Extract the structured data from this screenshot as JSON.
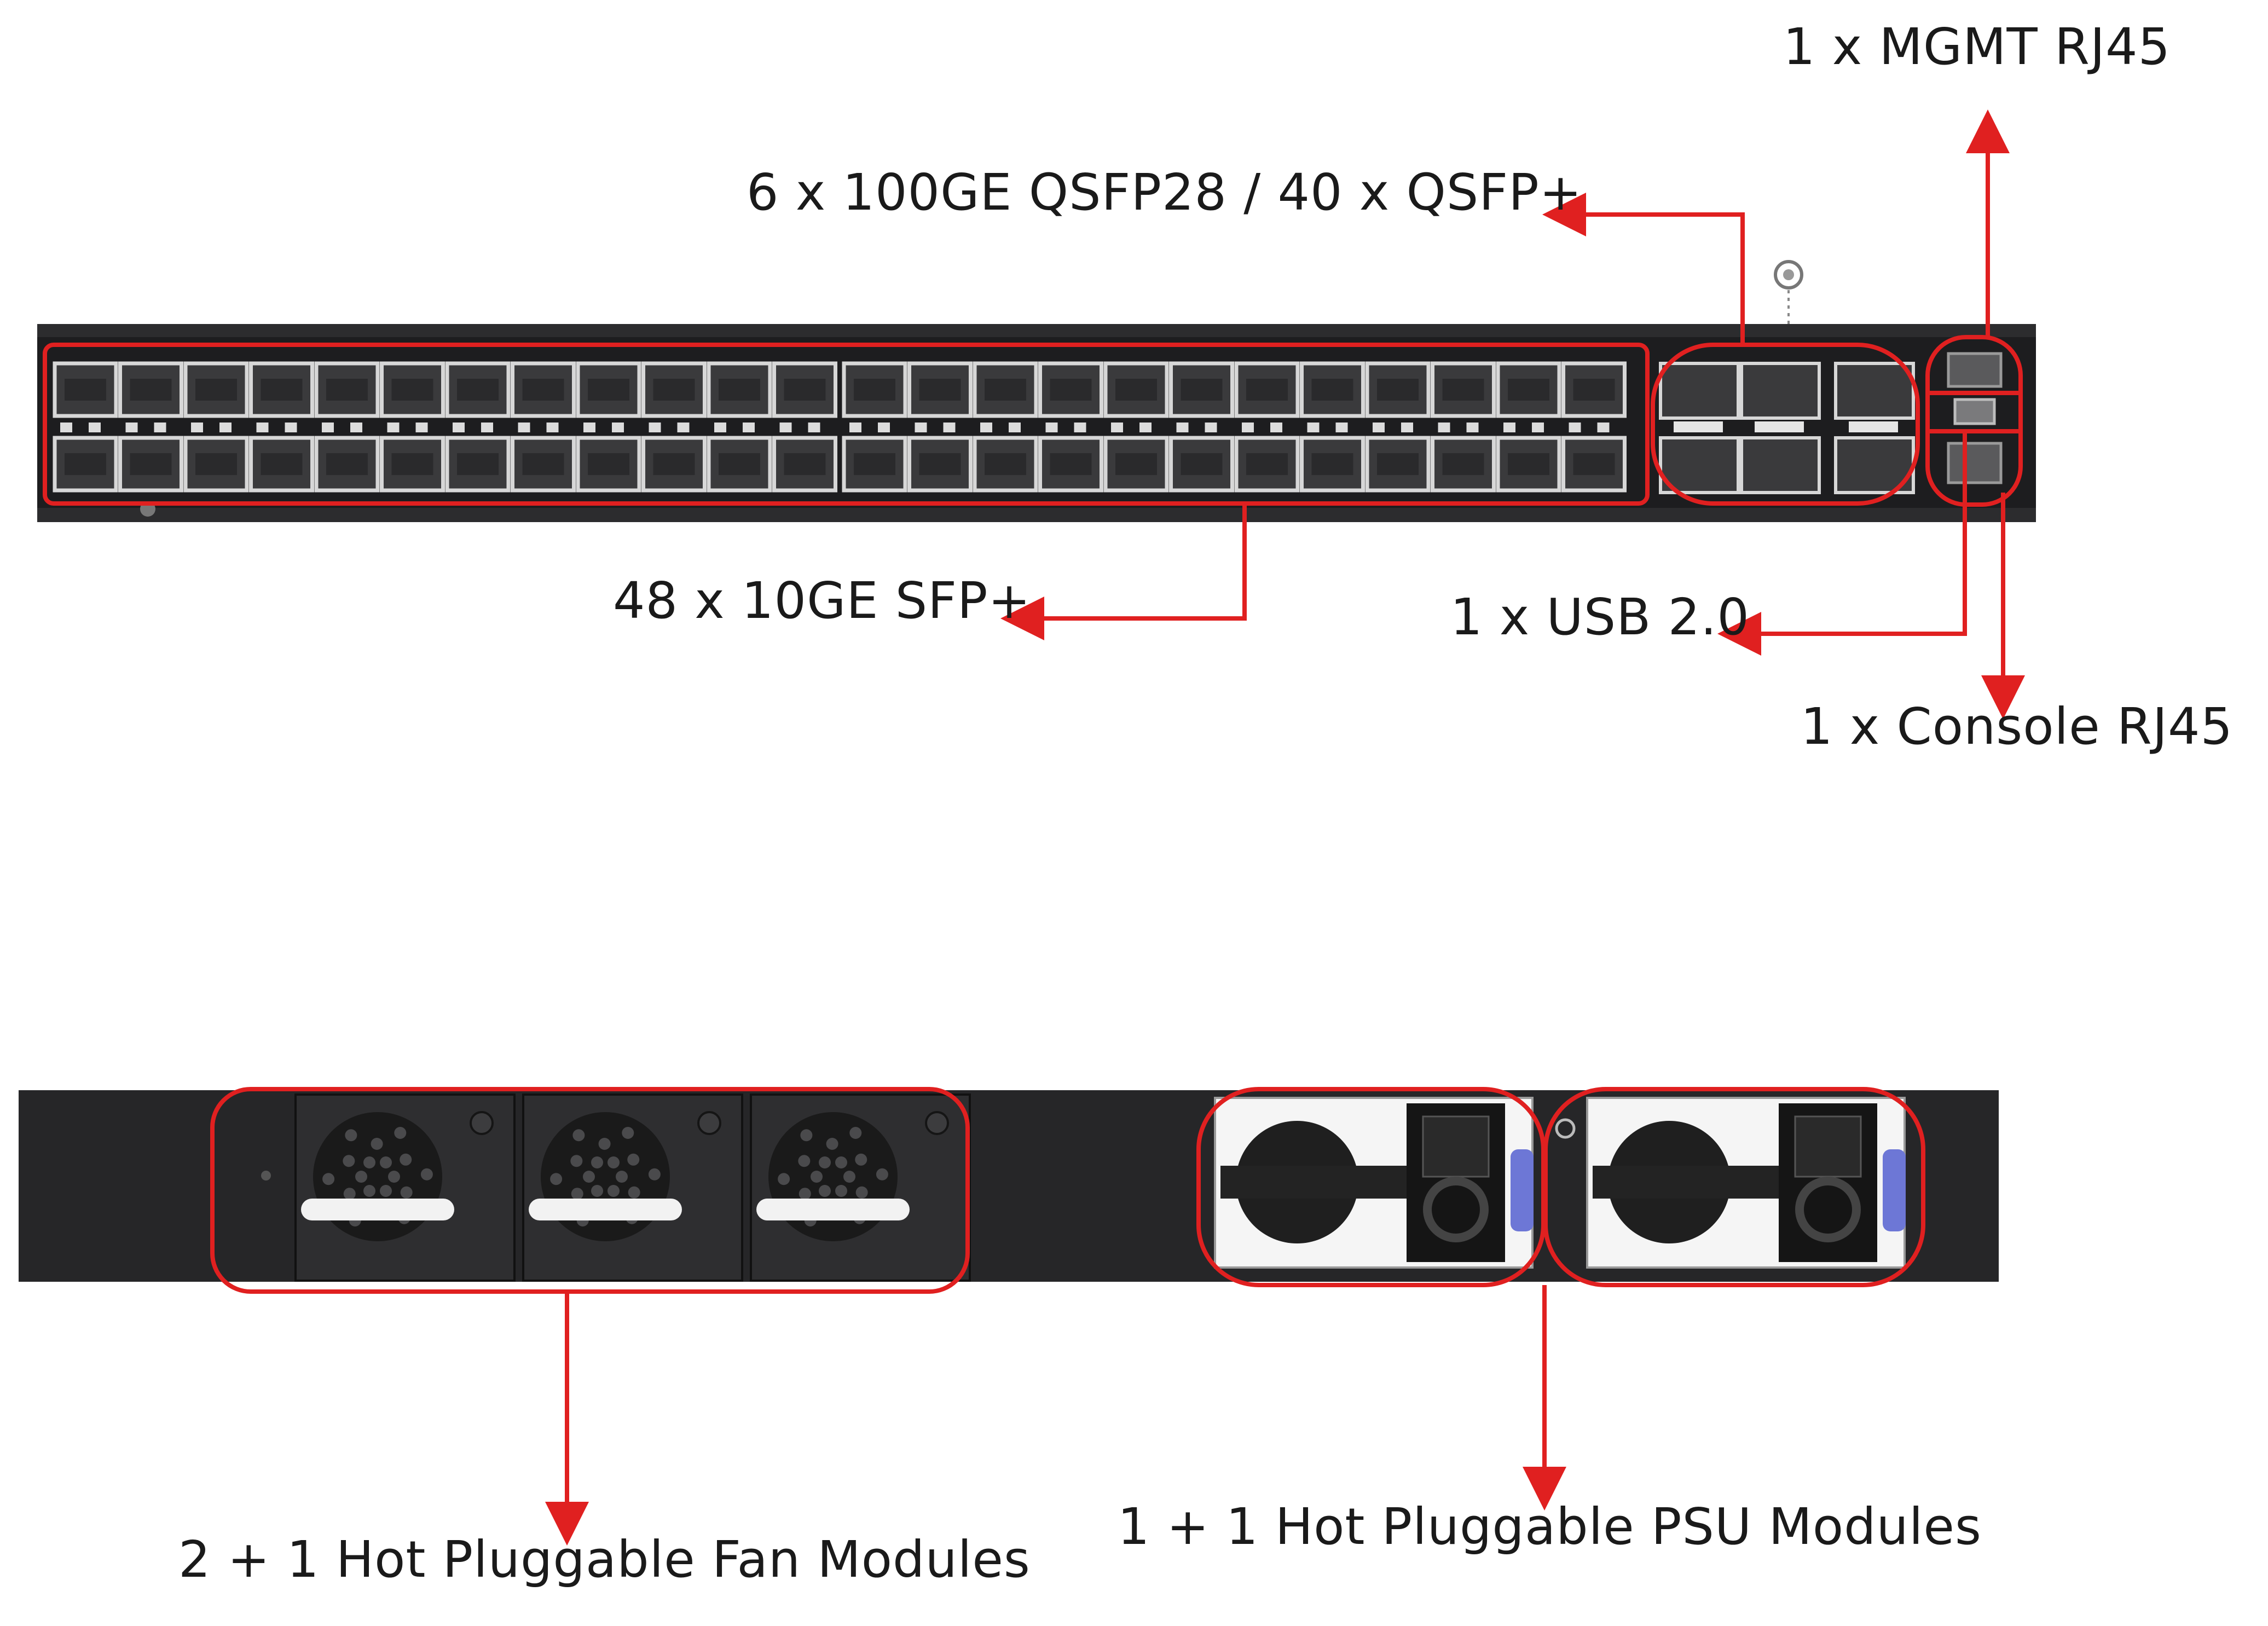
{
  "colors": {
    "annotation": "#e02020",
    "chassis": "#1d1d1f",
    "chassis_rear": "#262628",
    "port_frame": "#d7d7d7",
    "port_cage": "#3a3a3c",
    "psu_handle": "#6d77d6"
  },
  "labels": {
    "mgmt": "1 x MGMT RJ45",
    "qsfp": "6 x 100GE QSFP28 / 40 x QSFP+",
    "sfp": "48 x 10GE SFP+",
    "usb": "1 x USB 2.0",
    "console": "1 x Console RJ45",
    "fans": "2 + 1 Hot Pluggable Fan Modules",
    "psu": "1 + 1 Hot Pluggable PSU Modules"
  },
  "front_panel": {
    "sfp_ports": 48,
    "qsfp_ports": 6,
    "rj45_ports": 2,
    "usb_ports": 1
  },
  "rear_panel": {
    "fan_modules": 3,
    "psu_modules": 2
  }
}
